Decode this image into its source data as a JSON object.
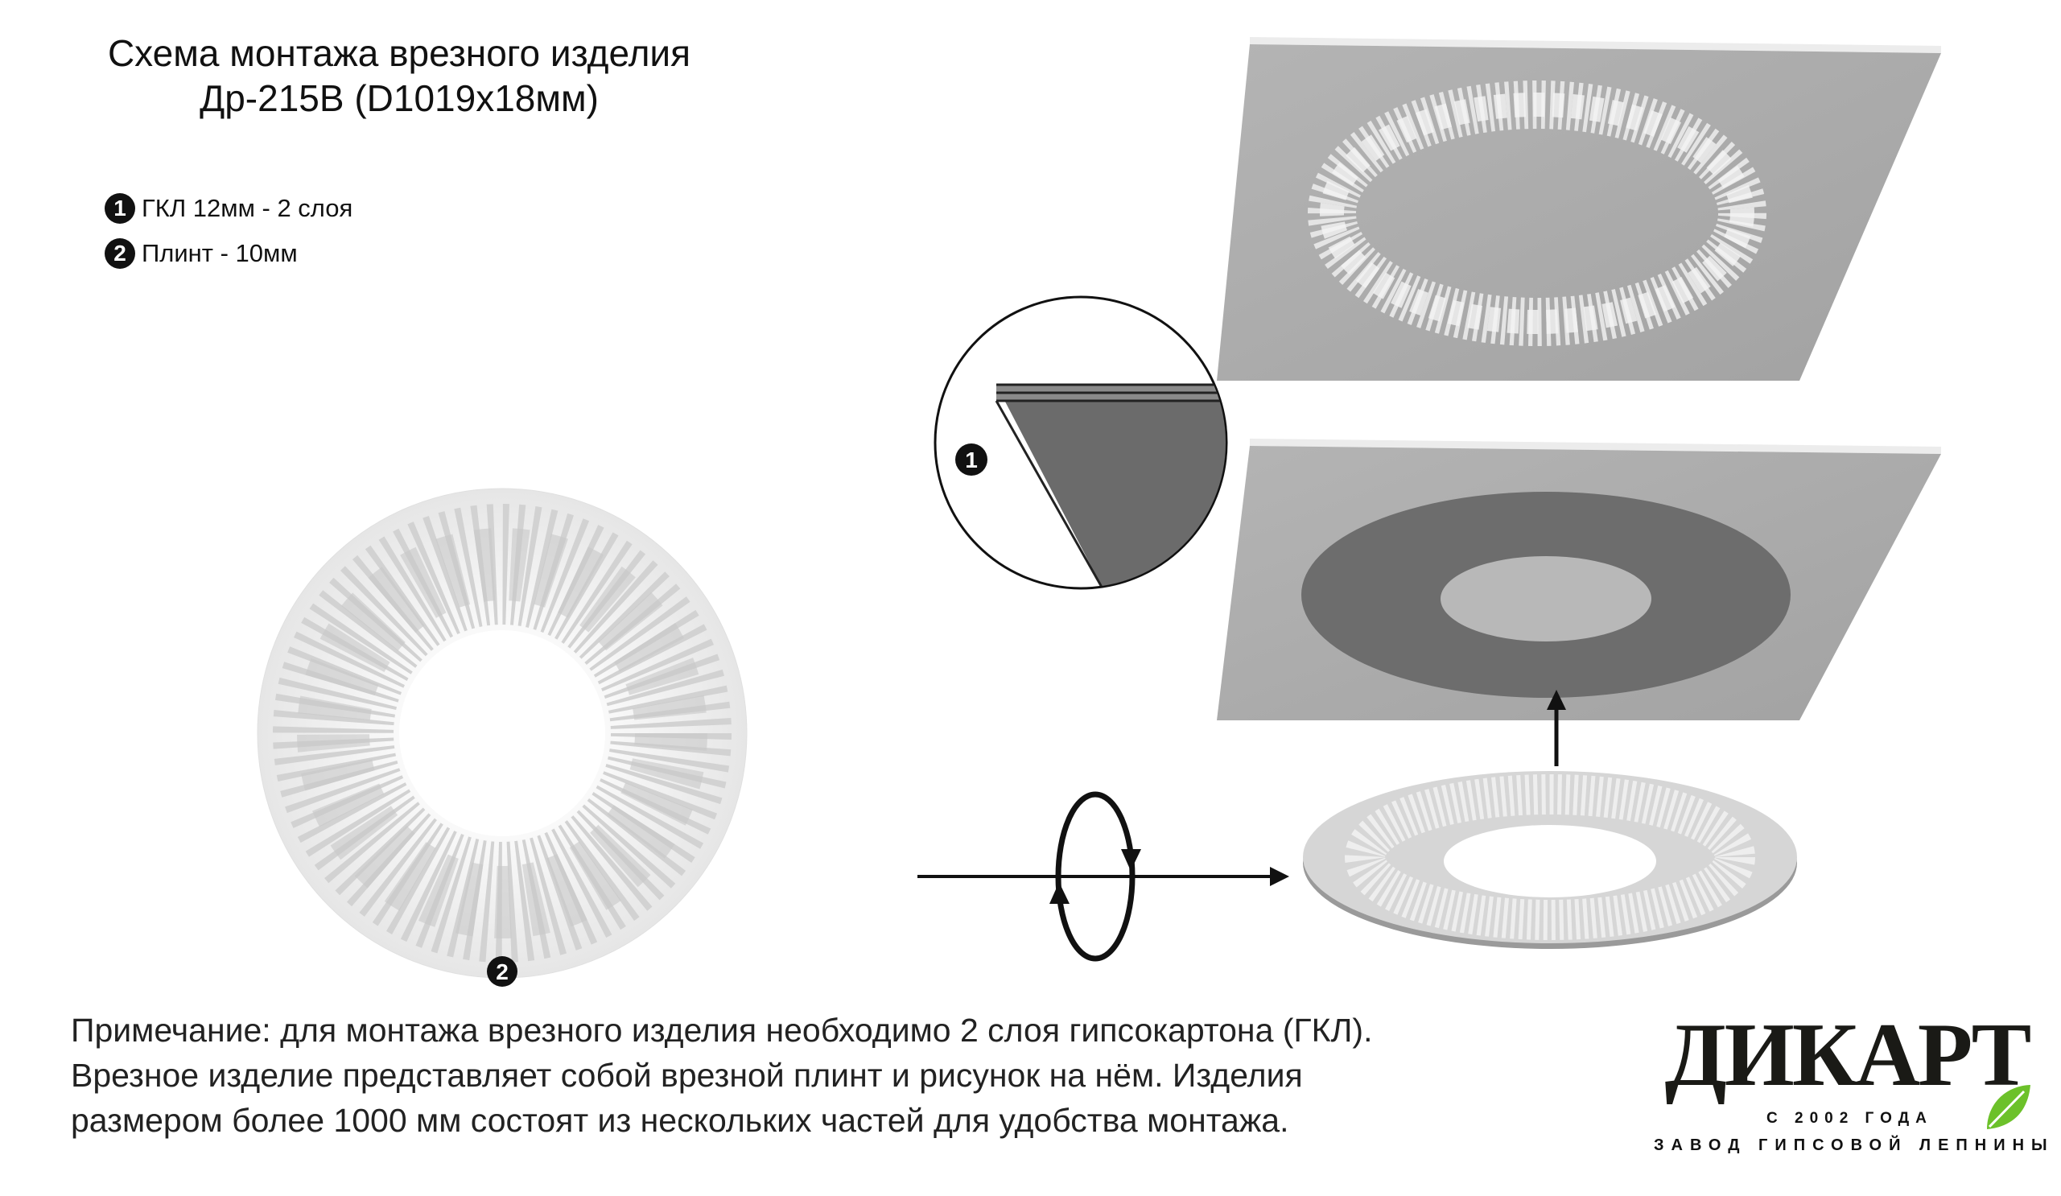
{
  "title": {
    "line1": "Схема монтажа врезного изделия",
    "line2": "Др-215В (D1019x18мм)"
  },
  "legend": [
    {
      "num": "1",
      "text": "ГКЛ 12мм - 2 слоя"
    },
    {
      "num": "2",
      "text": "Плинт - 10мм"
    }
  ],
  "markers": {
    "gkl": "1",
    "plinth": "2"
  },
  "note": {
    "line1": "Примечание: для монтажа врезного изделия необходимо 2 слоя гипсокартона (ГКЛ).",
    "line2": "Врезное изделие представляет собой врезной плинт и рисунок на нём. Изделия",
    "line3": "размером более 1000 мм состоят из нескольких частей для удобства монтажа."
  },
  "logo": {
    "name": "ДИКАРТ",
    "since": "С 2002 ГОДА",
    "tagline": "ЗАВОД ГИПСОВОЙ ЛЕПНИНЫ",
    "leaf_color": "#6cc12a"
  }
}
